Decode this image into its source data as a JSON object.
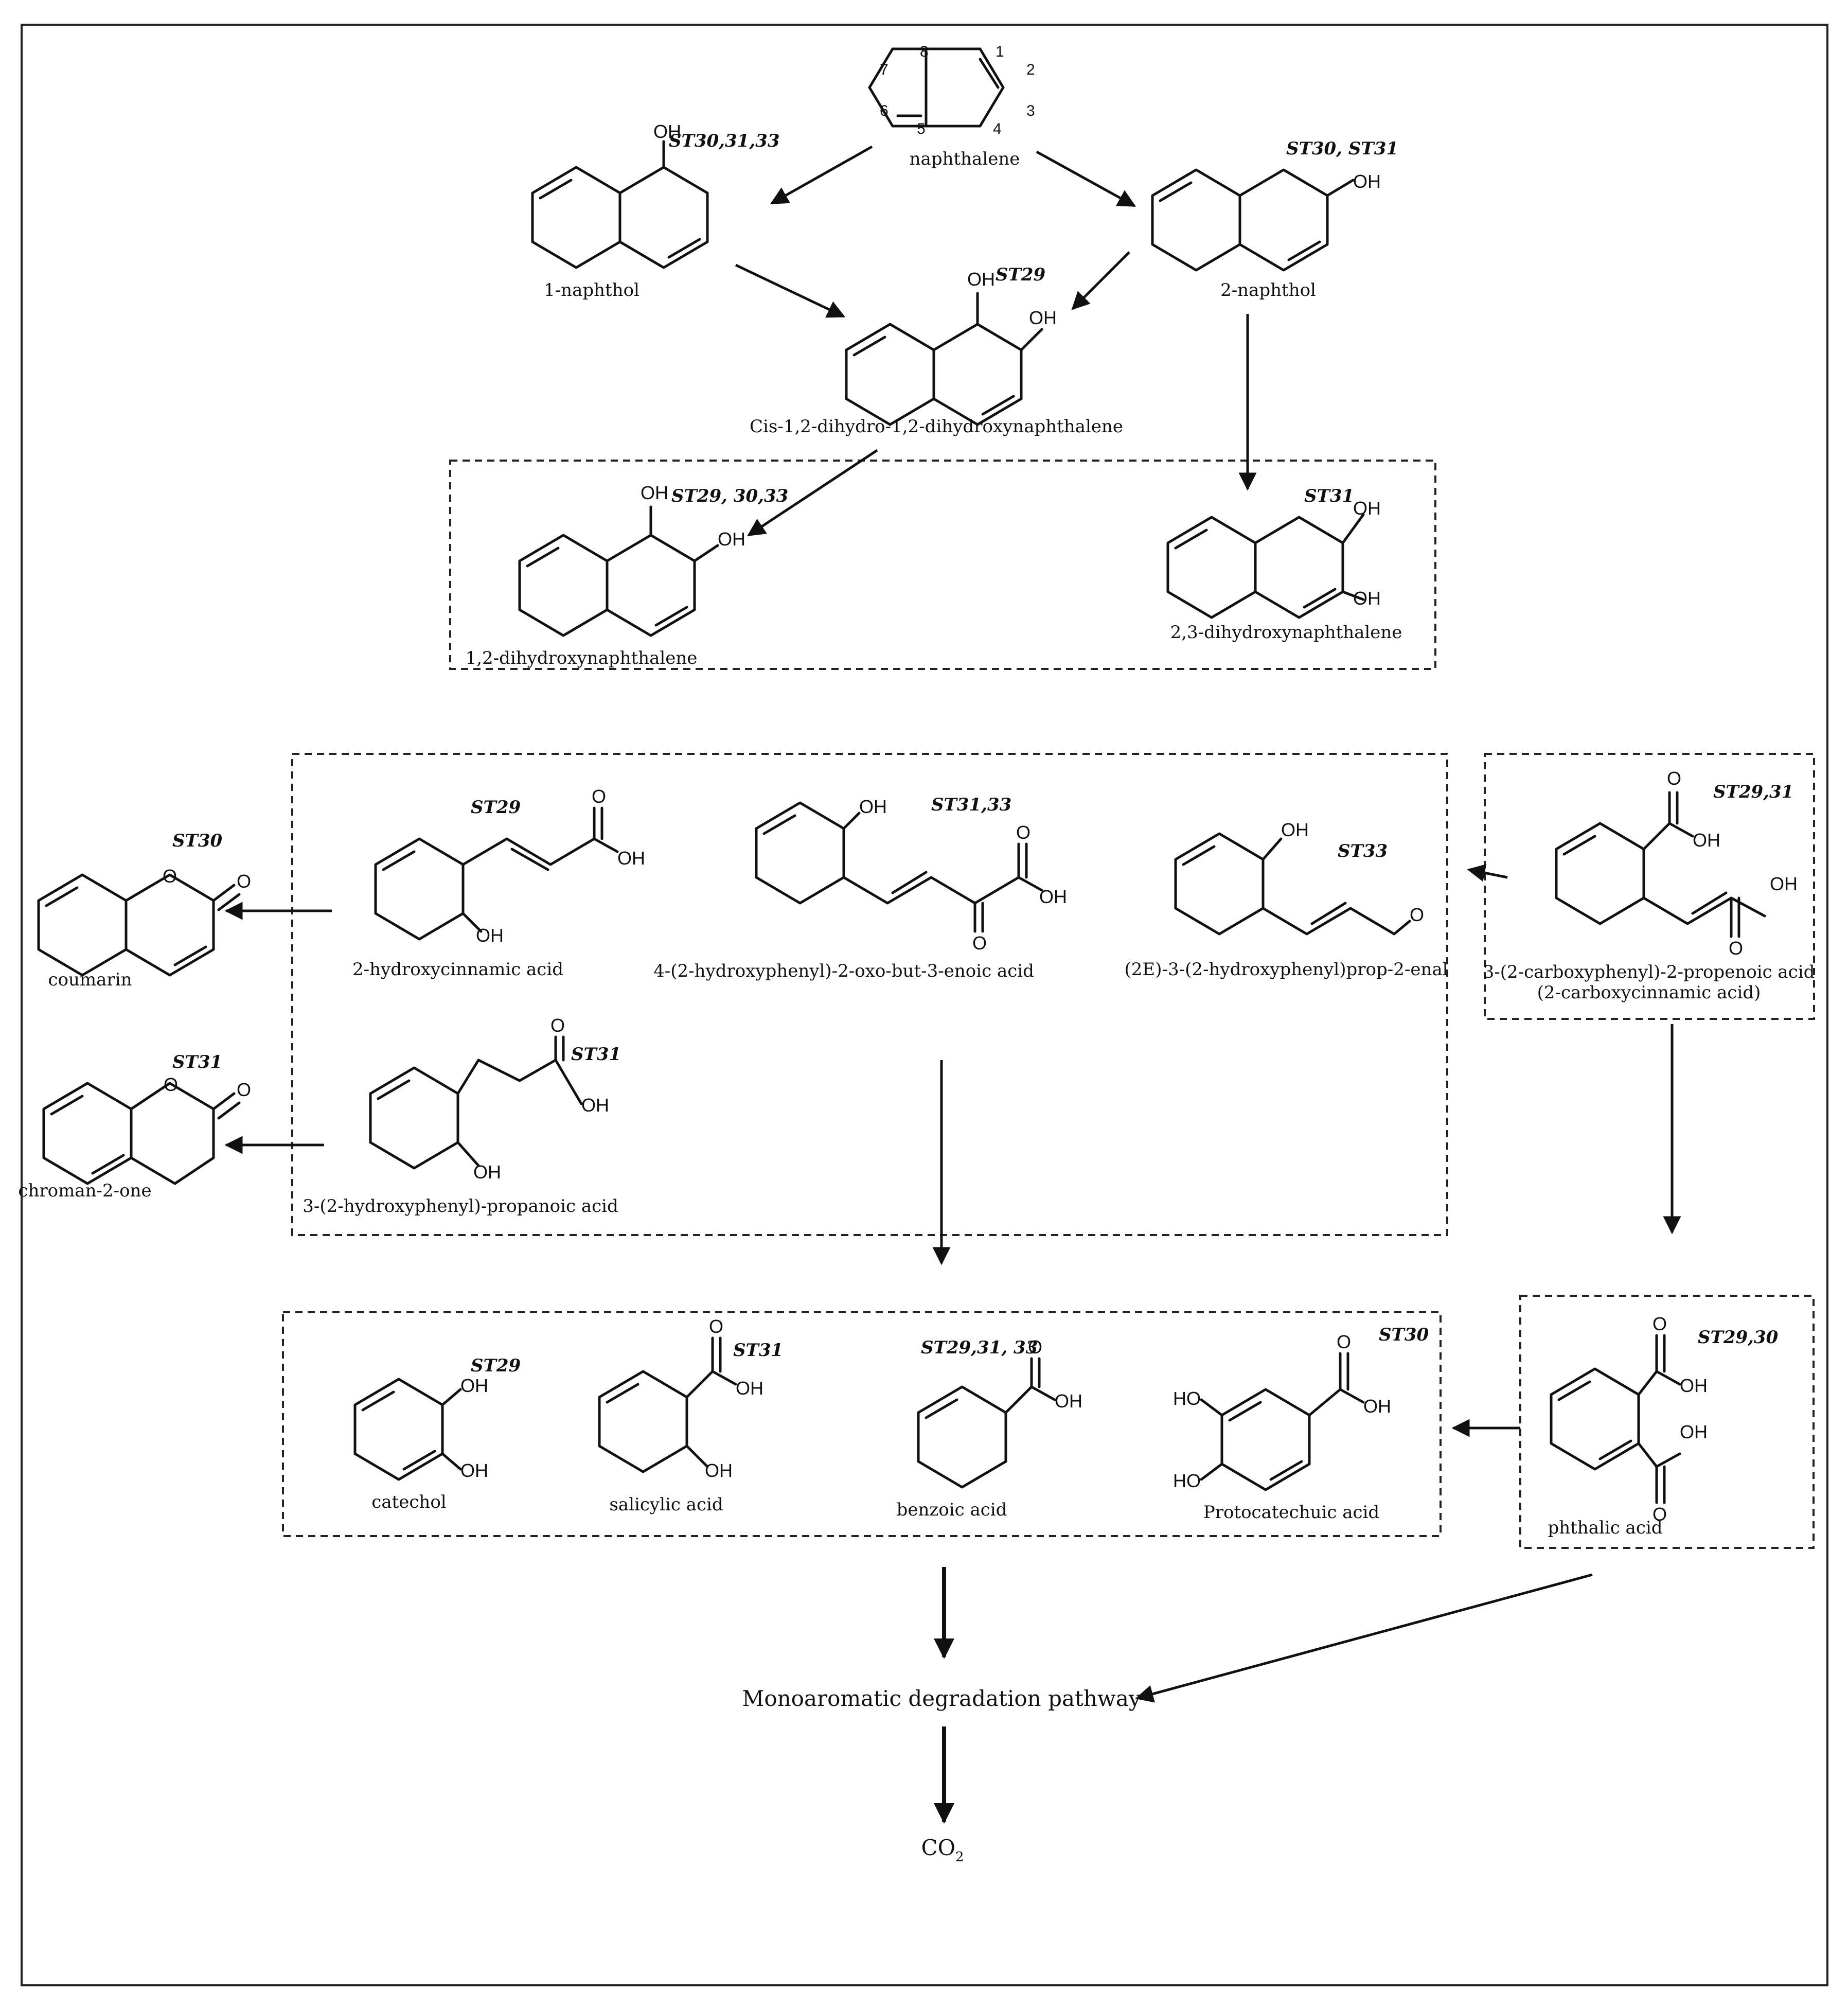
{
  "diagram": {
    "compounds": {
      "naphthalene": {
        "name": "naphthalene",
        "positions": [
          "1",
          "2",
          "3",
          "4",
          "5",
          "6",
          "7",
          "8"
        ]
      },
      "naphthol1": {
        "name": "1-naphthol",
        "strains": "ST30,31,33",
        "oh": "OH"
      },
      "naphthol2": {
        "name": "2-naphthol",
        "strains": "ST30, ST31",
        "oh": "OH"
      },
      "cisdihydro": {
        "name": "Cis-1,2-dihydro-1,2-dihydroxynaphthalene",
        "strains": "ST29",
        "oh1": "OH",
        "oh2": "OH"
      },
      "dhn12": {
        "name": "1,2-dihydroxynaphthalene",
        "strains": "ST29, 30,33",
        "oh1": "OH",
        "oh2": "OH"
      },
      "dhn23": {
        "name": "2,3-dihydroxynaphthalene",
        "strains": "ST31",
        "oh1": "OH",
        "oh2": "OH"
      },
      "hydroxycinnamic": {
        "name": "2-hydroxycinnamic acid",
        "strains": "ST29",
        "o": "O",
        "oh": "OH",
        "oh_ring": "OH"
      },
      "oxobutenoic": {
        "name": "4-(2-hydroxyphenyl)-2-oxo-but-3-enoic acid",
        "strains": "ST31,33",
        "oh_ring": "OH",
        "o": "O",
        "oh": "OH",
        "o_keto": "O"
      },
      "propenal": {
        "name": "(2E)-3-(2-hydroxyphenyl)prop-2-enal",
        "strains": "ST33",
        "oh": "OH",
        "o": "O"
      },
      "carboxycinnamic": {
        "name": "3-(2-carboxyphenyl)-2-propenoic acid",
        "name2": "(2-carboxycinnamic acid)",
        "strains": "ST29,31",
        "o1": "O",
        "oh1": "OH",
        "oh2": "OH",
        "o2": "O"
      },
      "coumarin": {
        "name": "coumarin",
        "strains": "ST30",
        "o_ring": "O",
        "o": "O"
      },
      "chromanone": {
        "name": "chroman-2-one",
        "strains": "ST31",
        "o_ring": "O",
        "o": "O"
      },
      "propanoic": {
        "name": "3-(2-hydroxyphenyl)-propanoic acid",
        "strains": "ST31",
        "o": "O",
        "oh": "OH",
        "oh_ring": "OH"
      },
      "catechol": {
        "name": "catechol",
        "strains": "ST29",
        "oh1": "OH",
        "oh2": "OH"
      },
      "salicylic": {
        "name": "salicylic acid",
        "strains": "ST31",
        "o": "O",
        "oh": "OH",
        "oh_ring": "OH"
      },
      "benzoic": {
        "name": "benzoic acid",
        "strains": "ST29,31, 33",
        "o": "O",
        "oh": "OH"
      },
      "protocatechuic": {
        "name": "Protocatechuic acid",
        "strains": "ST30",
        "o": "O",
        "oh": "OH",
        "ho1": "HO",
        "ho2": "HO"
      },
      "phthalic": {
        "name": "phthalic acid",
        "strains": "ST29,30",
        "o1": "O",
        "oh1": "OH",
        "oh2": "OH",
        "o2": "O"
      }
    },
    "pathway": "Monoaromatic degradation pathway",
    "co2": "CO",
    "co2_sub": "2"
  }
}
